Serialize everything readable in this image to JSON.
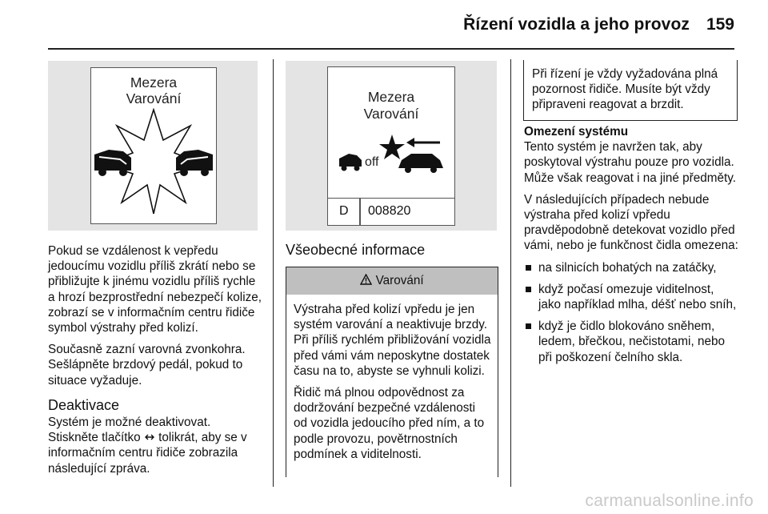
{
  "header": {
    "title": "Řízení vozidla a jeho provoz",
    "page_number": "159"
  },
  "figure_left": {
    "line1": "Mezera",
    "line2": "Varování"
  },
  "figure_middle": {
    "line1": "Mezera",
    "line2": "Varování",
    "off_label": "off",
    "code_letter": "D",
    "code_number": "008820"
  },
  "left_column": {
    "para1": "Pokud se vzdálenost k vepředu jedoucímu vozidlu příliš zkrátí nebo se přibližujte k jinému vozidlu příliš rychle a hrozí bezprostřední nebezpečí kolize, zobrazí se v informačním centru řidiče symbol výstrahy před kolizí.",
    "para2": "Současně zazní varovná zvonkohra. Sešlápněte brzdový pedál, pokud to situace vyžaduje.",
    "heading": "Deaktivace",
    "deact_line1": "Systém je možné deaktivovat.",
    "deact_line2a": "Stiskněte tlačítko ",
    "deact_line2b": " tolikrát, aby se v informačním centru řidiče zobrazila následující zpráva."
  },
  "middle_column": {
    "heading": "Všeobecné informace",
    "warning_title": "Varování",
    "warning_para1": "Výstraha před kolizí vpředu je jen systém varování a neaktivuje brzdy. Při příliš rychlém přibližování vozidla před vámi vám neposkytne dostatek času na to, abyste se vyhnuli kolizi.",
    "warning_para2": "Řidič má plnou odpovědnost za dodržování bezpečné vzdálenosti od vozidla jedoucího před ním, a to podle provozu, povětrnostních podmínek a viditelnosti."
  },
  "right_column": {
    "note": "Při řízení je vždy vyžadována plná pozornost řidiče. Musíte být vždy připraveni reagovat a brzdit.",
    "subheading": "Omezení systému",
    "para1": "Tento systém je navržen tak, aby poskytoval výstrahu pouze pro vozidla. Může však reagovat i na jiné předměty.",
    "para2": "V následujících případech nebude výstraha před kolizí vpředu pravděpodobně detekovat vozidlo před vámi, nebo je funkčnost čidla omezena:",
    "bullets": [
      "na silnicích bohatých na zatáčky,",
      "když počasí omezuje viditelnost, jako například mlha, déšť nebo sníh,",
      "když je čidlo blokováno sněhem, ledem, břečkou, nečistotami, nebo při poškození čelního skla."
    ]
  },
  "watermark": "carmanualsonline.info"
}
